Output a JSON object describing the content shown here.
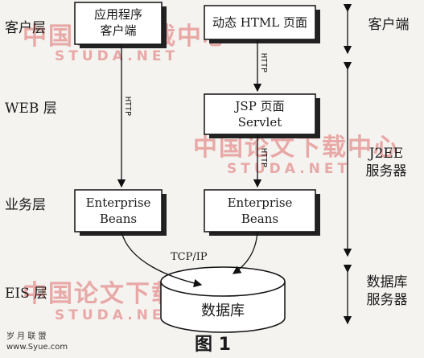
{
  "layers": {
    "client": "客户层",
    "web": "WEB 层",
    "business": "业务层",
    "eis": "EIS 层"
  },
  "boxes": {
    "app_client": [
      "应用程序",
      "客户端"
    ],
    "dynamic_html": "动态 HTML 页面",
    "jsp_servlet": [
      "JSP 页面",
      "Servlet"
    ],
    "ejb_left": [
      "Enterprise",
      "Beans"
    ],
    "ejb_right": [
      "Enterprise",
      "Beans"
    ],
    "database": "数据库"
  },
  "edges": {
    "http_left": "HTTP",
    "http_right_top": "HTTP",
    "http_right_mid": "HTTP",
    "tcpip": "TCP/IP"
  },
  "right_labels": {
    "client_side": "客户端",
    "j2ee_server": [
      "J2EE",
      "服务器"
    ],
    "db_server": [
      "数据库",
      "服务器"
    ]
  },
  "caption": "图 1",
  "watermarks": {
    "cn": "中国论文下载中心",
    "en": "STUDA.NET"
  },
  "footer_site": "岁 月 联 盟\nwww.Syue.com"
}
